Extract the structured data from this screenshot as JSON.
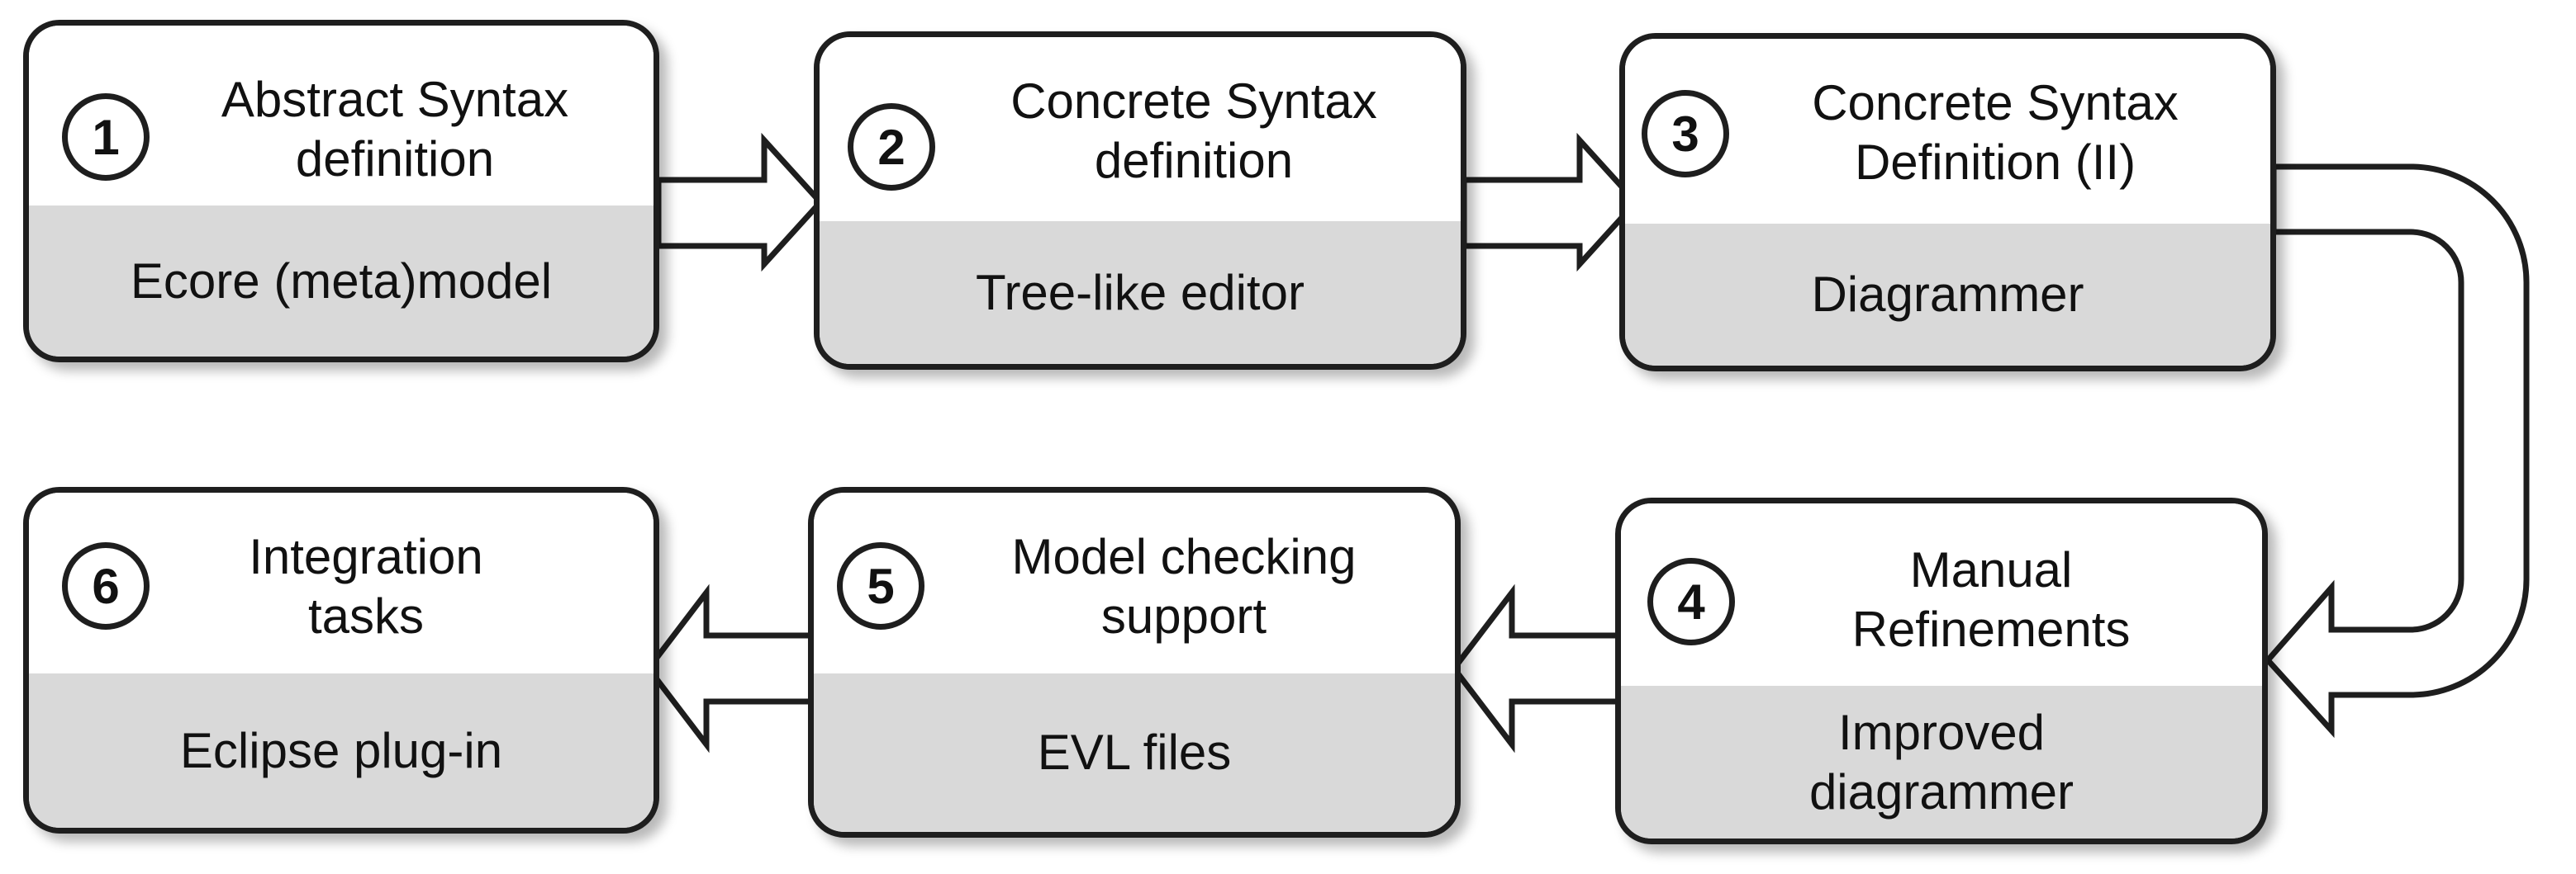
{
  "steps": [
    {
      "number": "1",
      "title": "Abstract Syntax\ndefinition",
      "tool": "Ecore (meta)model"
    },
    {
      "number": "2",
      "title": "Concrete Syntax\ndefinition",
      "tool": "Tree-like editor"
    },
    {
      "number": "3",
      "title": "Concrete Syntax\nDefinition (II)",
      "tool": "Diagrammer"
    },
    {
      "number": "4",
      "title": "Manual\nRefinements",
      "tool": "Improved\ndiagrammer"
    },
    {
      "number": "5",
      "title": "Model checking\nsupport",
      "tool": "EVL files"
    },
    {
      "number": "6",
      "title": "Integration\ntasks",
      "tool": "Eclipse plug-in"
    }
  ],
  "colors": {
    "outline": "#1e1e1e",
    "header": "#ffffff",
    "footer": "#d9d9d9",
    "text": "#111111"
  }
}
